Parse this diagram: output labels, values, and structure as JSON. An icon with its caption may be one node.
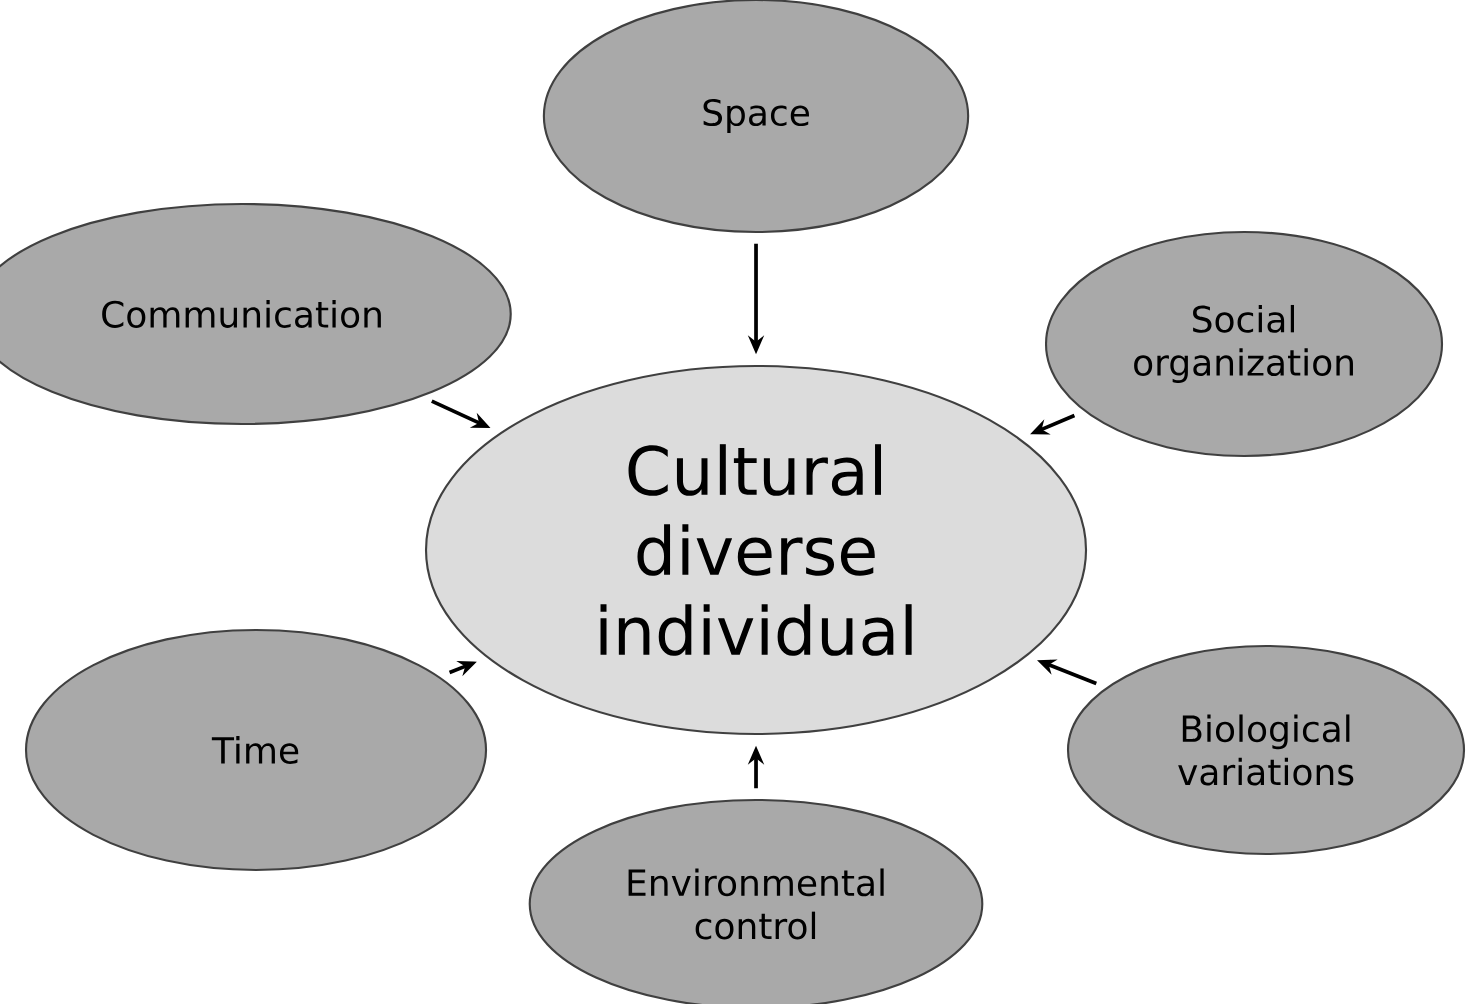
{
  "diagram": {
    "nodes": [
      {
        "text": [
          "Space"
        ]
      },
      {
        "text": [
          "Communication"
        ]
      },
      {
        "text": [
          "Social organization"
        ]
      },
      {
        "text": [
          "Cultural diverse individual"
        ]
      },
      {
        "text": [
          "Time"
        ]
      },
      {
        "text": [
          "Biological variations"
        ]
      },
      {
        "text": [
          "Environmental control"
        ]
      }
    ],
    "edges": [
      {
        "from": 0,
        "to": 3,
        "arrow": "to"
      },
      {
        "from": 1,
        "to": 3,
        "arrow": "to"
      },
      {
        "from": 2,
        "to": 3,
        "arrow": "to"
      },
      {
        "from": 4,
        "to": 3,
        "arrow": "to"
      },
      {
        "from": 5,
        "to": 3,
        "arrow": "to"
      },
      {
        "from": 6,
        "to": 3,
        "arrow": "to"
      }
    ]
  }
}
